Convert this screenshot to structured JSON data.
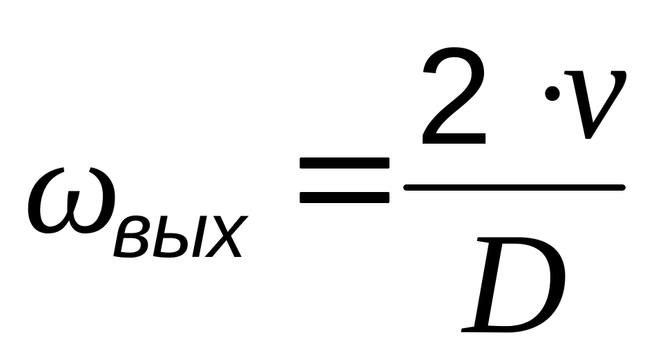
{
  "formula": {
    "lhs_symbol": "ω",
    "lhs_subscript": "вых",
    "operator": "=",
    "numerator": {
      "coefficient": "2",
      "multiply": "·",
      "variable": "v"
    },
    "denominator": "D"
  }
}
